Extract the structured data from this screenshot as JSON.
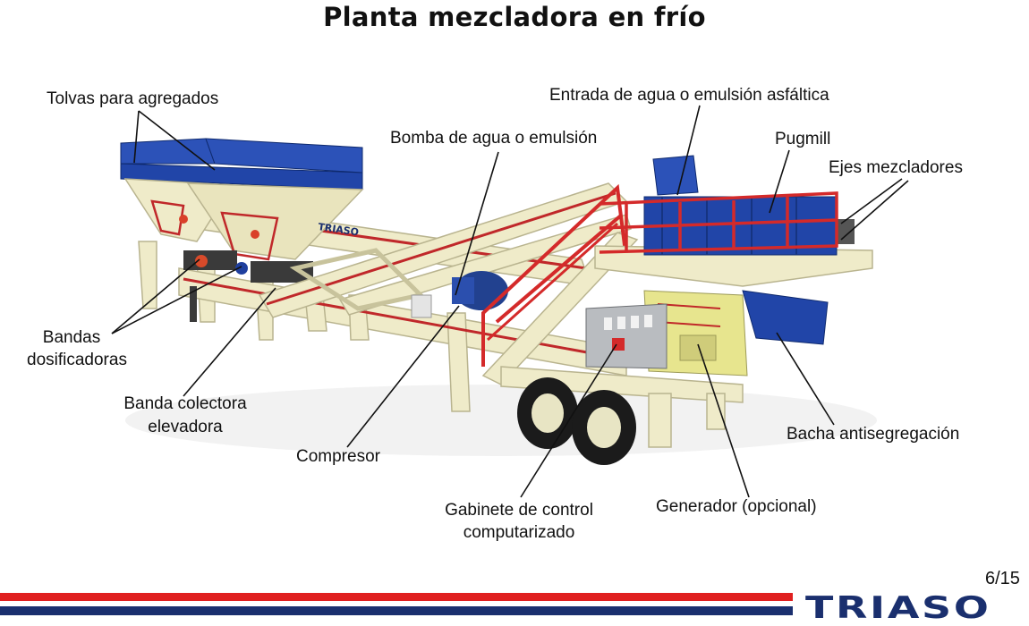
{
  "title": "Planta mezcladora en frío",
  "labels": {
    "tolvas": "Tolvas para agregados",
    "entrada": "Entrada de agua o emulsión asfáltica",
    "bomba": "Bomba de agua o emulsión",
    "pugmill": "Pugmill",
    "ejes": "Ejes mezcladores",
    "bandas_1": "Bandas",
    "bandas_2": "dosificadoras",
    "banda_colectora_1": "Banda colectora",
    "banda_colectora_2": "elevadora",
    "compresor": "Compresor",
    "gabinete_1": "Gabinete de control",
    "gabinete_2": "computarizado",
    "generador": "Generador (opcional)",
    "bacha": "Bacha antisegregación"
  },
  "machine_badge": "TRIASO",
  "page_number": "6/15",
  "logo": "TRIASO",
  "colors": {
    "frame": "#efebc9",
    "frame_edge": "#b9b48f",
    "blue": "#1f3f9e",
    "red": "#d42a2a",
    "stripe_red": "#e02020",
    "stripe_blue": "#1a2f6e",
    "tire": "#1b1b1b"
  }
}
